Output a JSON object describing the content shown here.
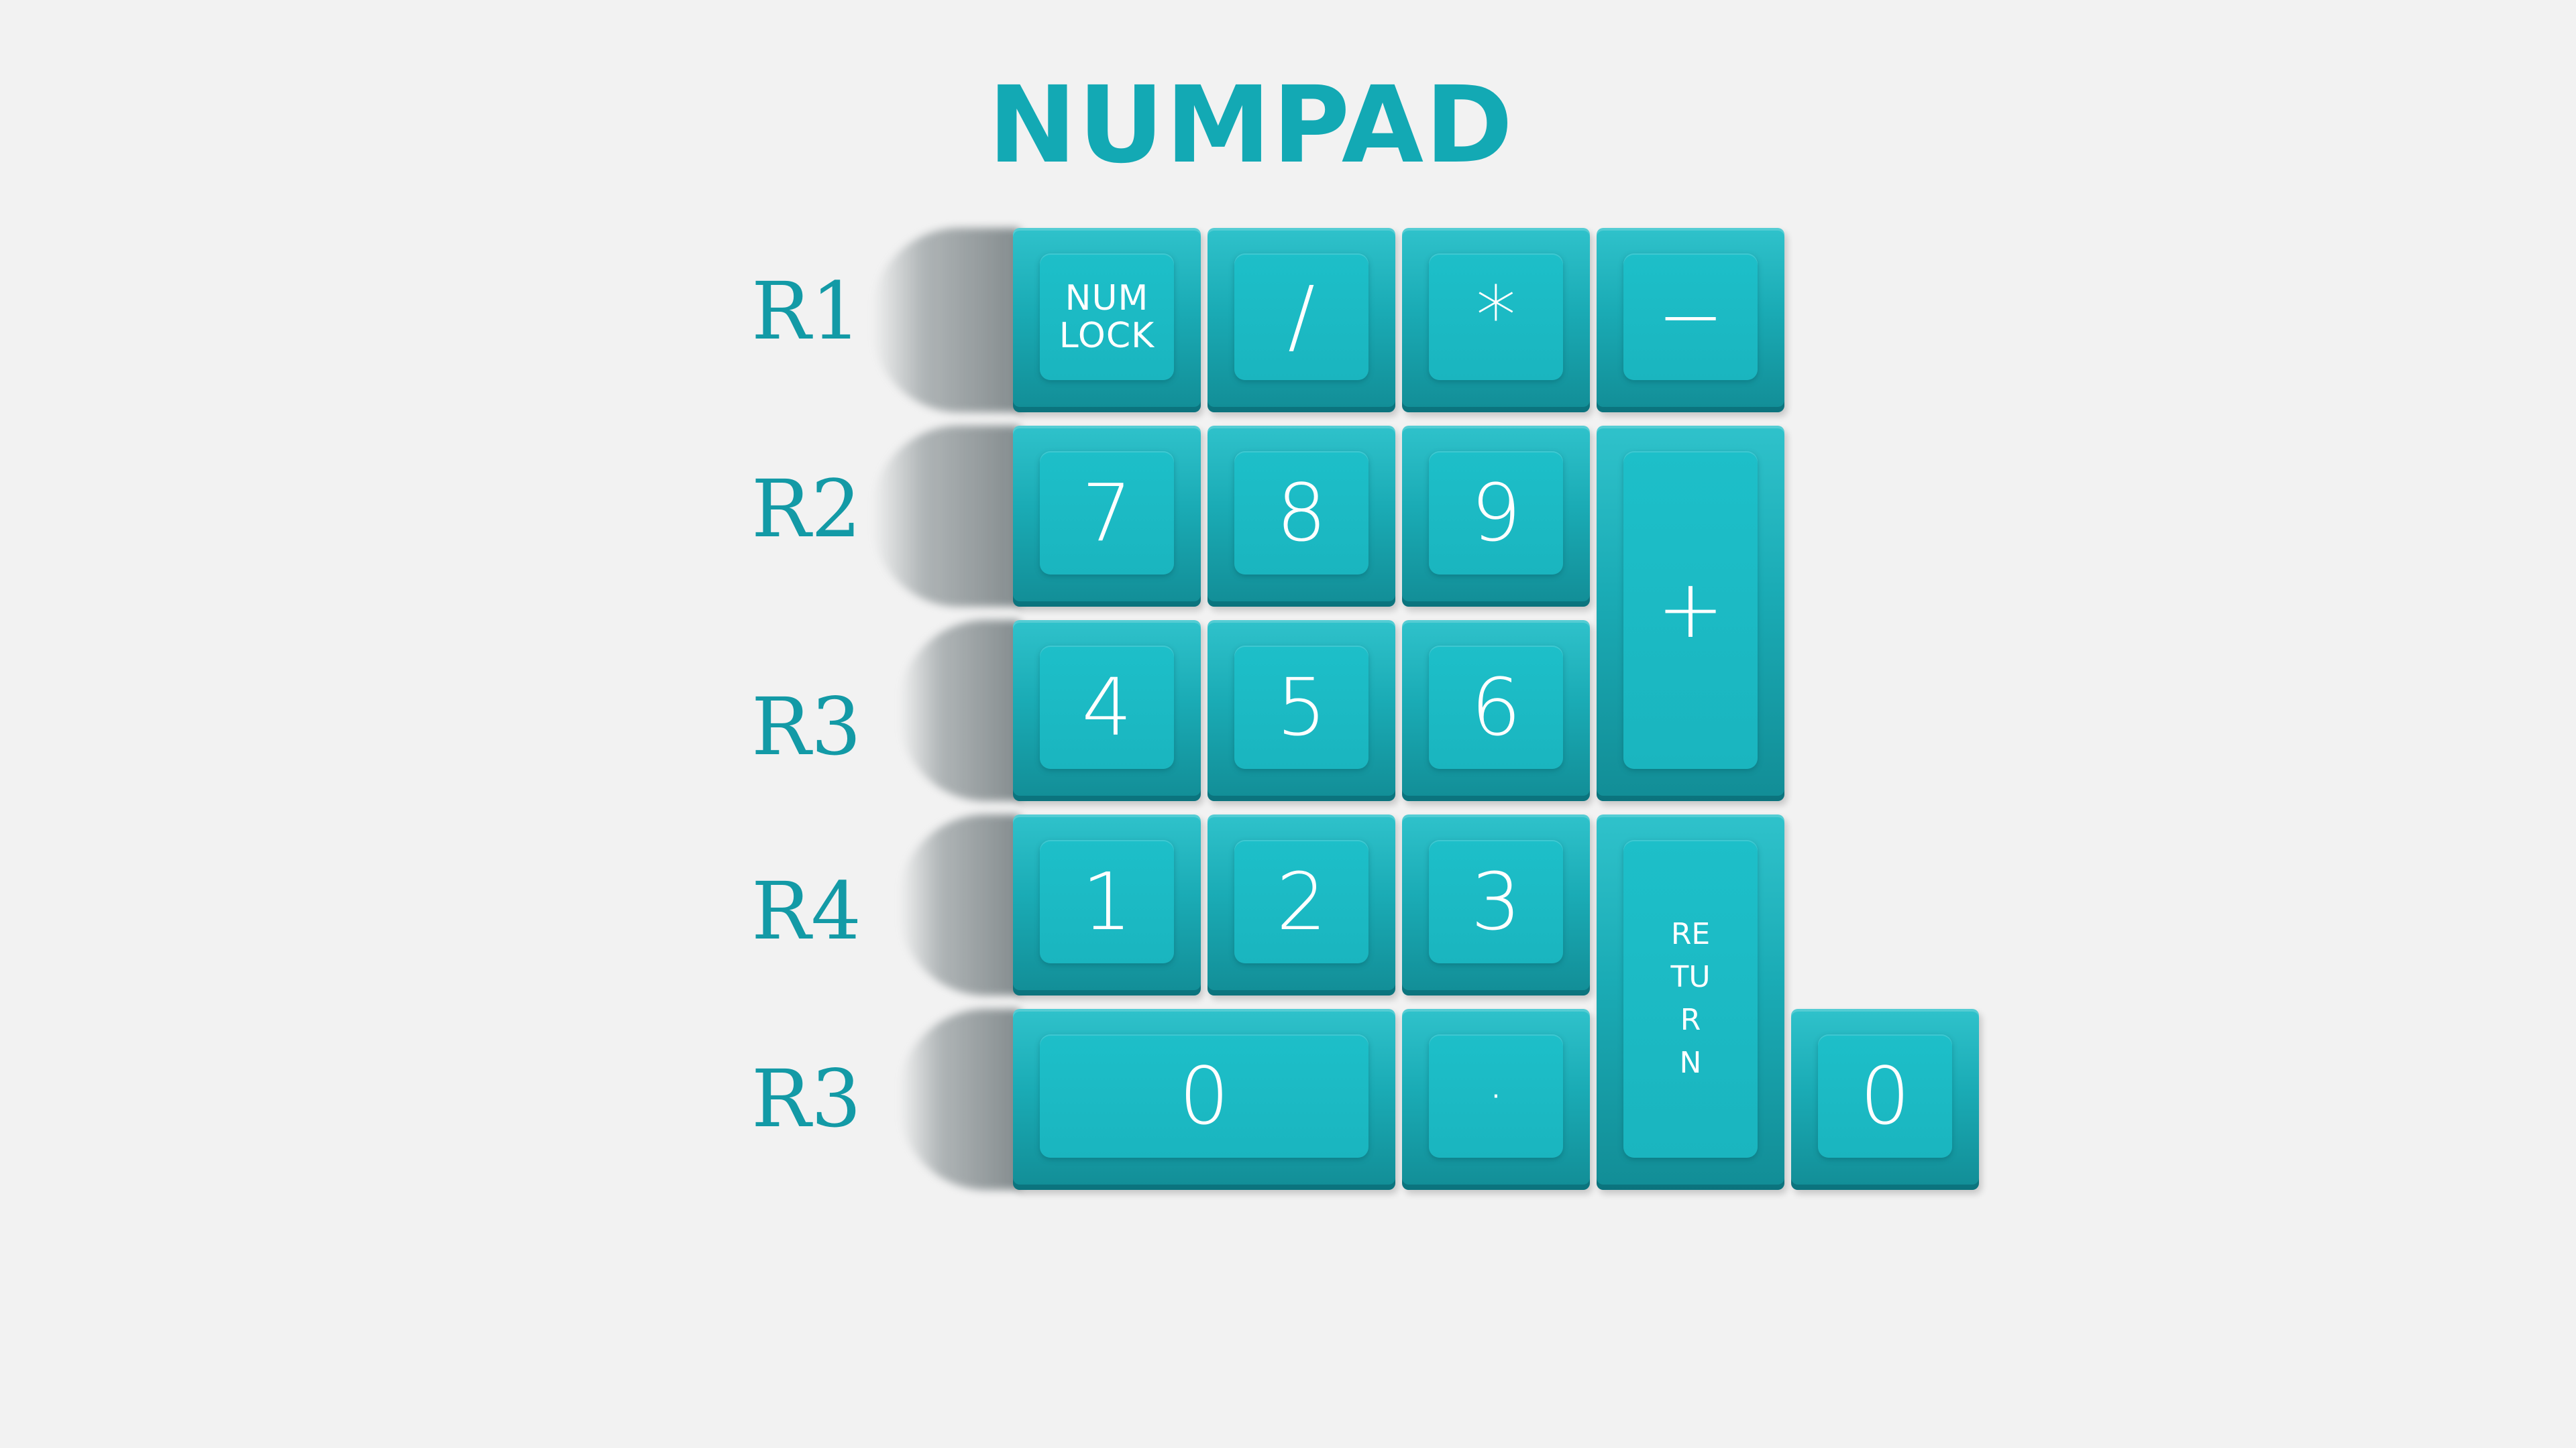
{
  "title": "NUMPAD",
  "row_labels": [
    "R1",
    "R2",
    "R3",
    "R4",
    "R3"
  ],
  "keys": {
    "numlock": "NUM LOCK",
    "slash": "/",
    "asterisk": "*",
    "minus": "−",
    "k7": "7",
    "k8": "8",
    "k9": "9",
    "plus": "+",
    "k4": "4",
    "k5": "5",
    "k6": "6",
    "k1": "1",
    "k2": "2",
    "k3": "3",
    "return": "RETURN",
    "k0_wide": "0",
    "dot": "·",
    "k0_extra": "0"
  },
  "colors": {
    "accent": "#13a9b4",
    "key_body": "#1aabb5",
    "key_top": "#1dbfc9",
    "background": "#f2f2f2",
    "legend": "#ffffff"
  }
}
